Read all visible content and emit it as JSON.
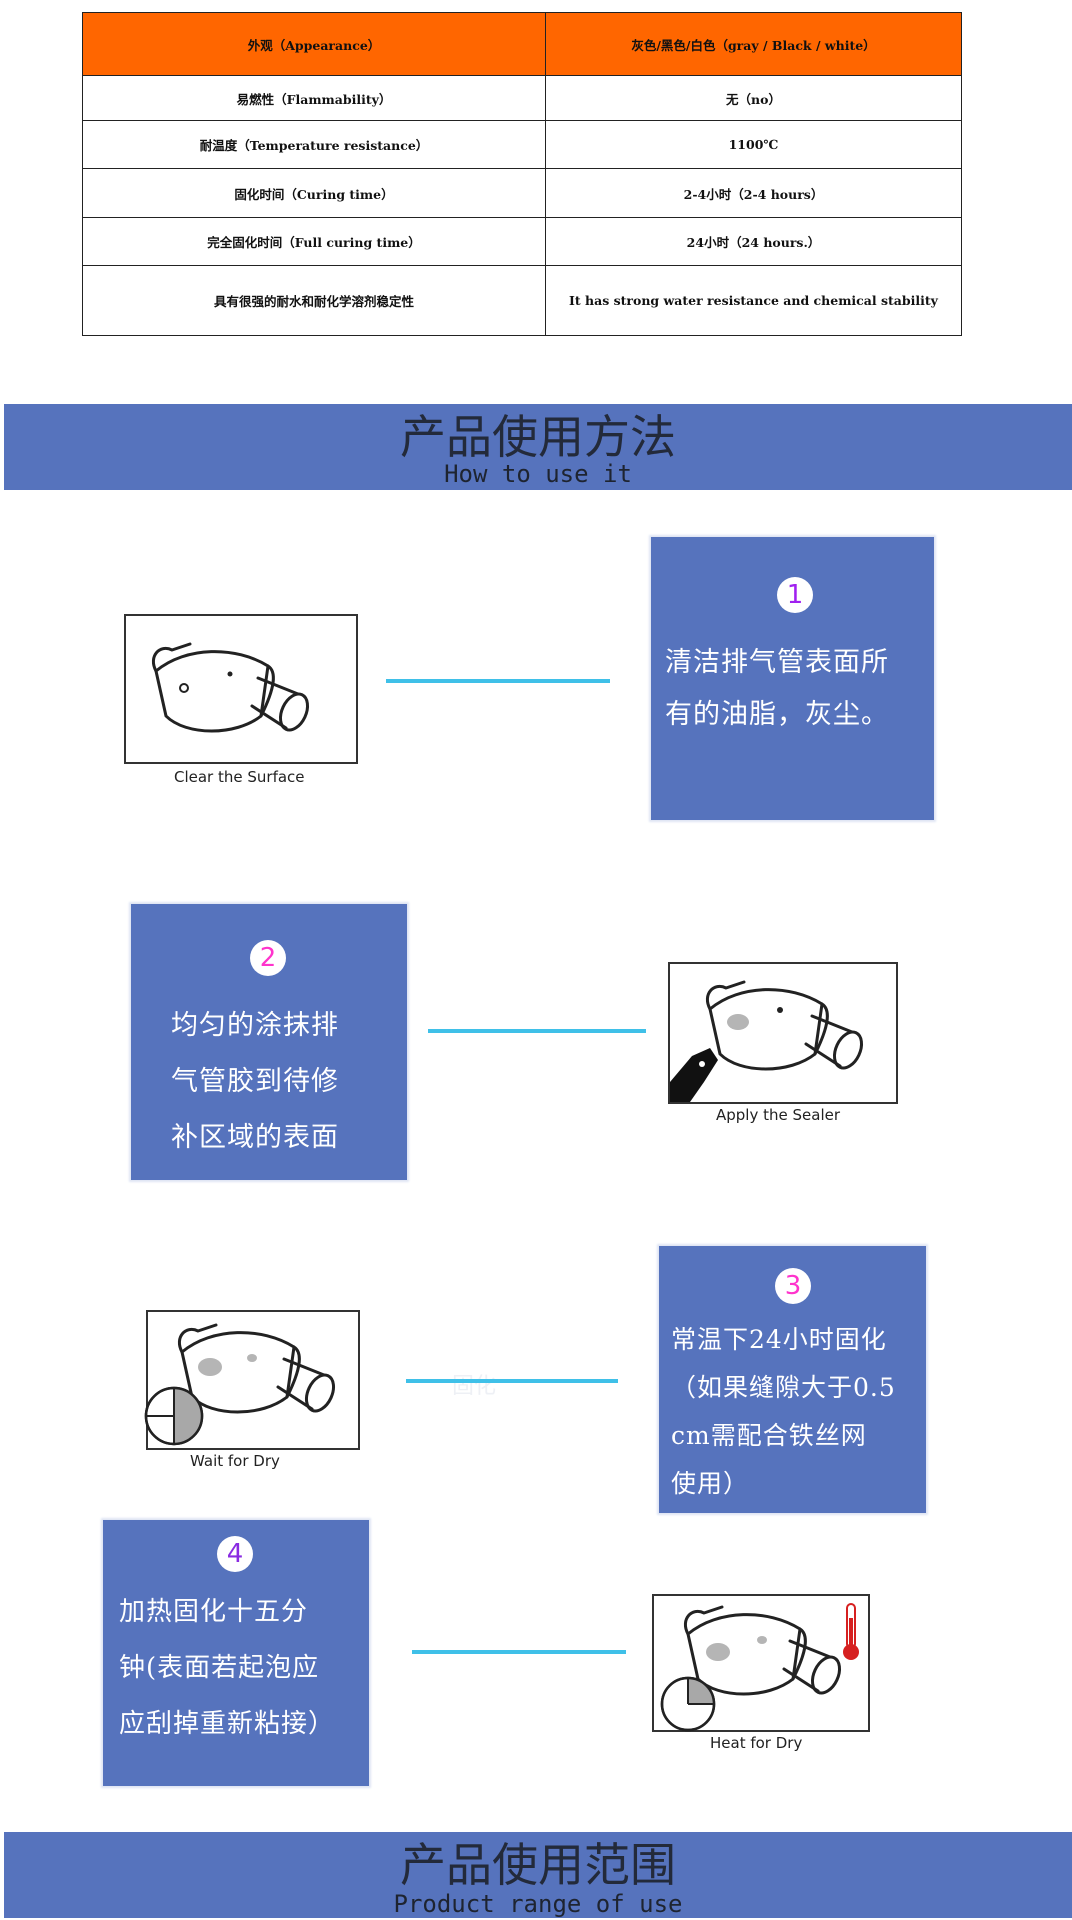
{
  "spec_table": {
    "rows": [
      [
        "外观（Appearance）",
        "灰色/黑色/白色（gray / Black / white）"
      ],
      [
        "易燃性（Flammability）",
        "无（no）"
      ],
      [
        "耐温度（Temperature resistance）",
        "1100℃"
      ],
      [
        "固化时间（Curing time）",
        "2-4小时（2-4 hours）"
      ],
      [
        "完全固化时间（Full curing time）",
        "24小时（24 hours.）"
      ],
      [
        "具有很强的耐水和耐化学溶剂稳定性",
        "It has strong water resistance and chemical stability"
      ]
    ],
    "header_color": "#ff6600"
  },
  "usage_banner": {
    "title": "产品使用方法",
    "subtitle": "How to use it"
  },
  "steps": [
    {
      "number": "1",
      "text": "清洁排气管表面所\n有的油脂，灰尘。",
      "caption": "Clear the Surface"
    },
    {
      "number": "2",
      "text": "均匀的涂抹排\n气管胶到待修\n补区域的表面",
      "caption": "Apply the Sealer"
    },
    {
      "number": "3",
      "text": "常温下24小时固化\n（如果缝隙大于0.5\ncm需配合铁丝网\n使用）",
      "caption": "Wait for Dry"
    },
    {
      "number": "4",
      "text": "加热固化十五分\n钟(表面若起泡应\n应刮掉重新粘接）",
      "caption": "Heat for Dry"
    }
  ],
  "range_banner": {
    "title": "产品使用范围",
    "subtitle": "Product range of use"
  },
  "colors": {
    "banner": "#5673bd",
    "connector": "#3fc0e8",
    "step_number_1": "#a020f0",
    "step_number_2": "#ff33cc",
    "step_number_3": "#ff33cc",
    "step_number_4": "#8a2be2",
    "thermometer": "#d62020"
  }
}
